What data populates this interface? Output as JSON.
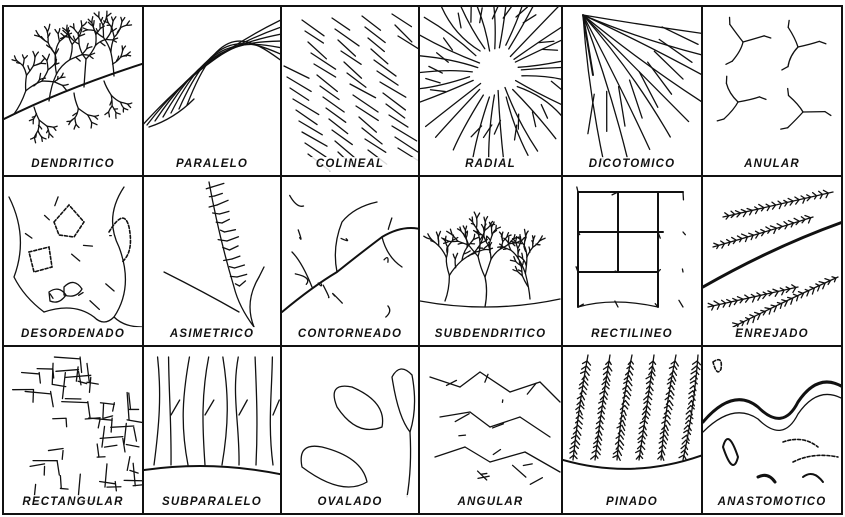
{
  "patterns": [
    {
      "id": "dendritico",
      "label": "DENDRITICO"
    },
    {
      "id": "paralelo",
      "label": "PARALELO"
    },
    {
      "id": "colineal",
      "label": "COLINEAL"
    },
    {
      "id": "radial",
      "label": "RADIAL"
    },
    {
      "id": "dicotomico",
      "label": "DICOTOMICO"
    },
    {
      "id": "anular",
      "label": "ANULAR"
    },
    {
      "id": "desordenado",
      "label": "DESORDENADO"
    },
    {
      "id": "asimetrico",
      "label": "ASIMETRICO"
    },
    {
      "id": "contorneado",
      "label": "CONTORNEADO"
    },
    {
      "id": "subdendritico",
      "label": "SUBDENDRITICO"
    },
    {
      "id": "rectilineo",
      "label": "RECTILINEO"
    },
    {
      "id": "enrejado",
      "label": "ENREJADO"
    },
    {
      "id": "rectangular",
      "label": "RECTANGULAR"
    },
    {
      "id": "subparalelo",
      "label": "SUBPARALELO"
    },
    {
      "id": "ovalado",
      "label": "OVALADO"
    },
    {
      "id": "angular",
      "label": "ANGULAR"
    },
    {
      "id": "pinado",
      "label": "PINADO"
    },
    {
      "id": "anastomotico",
      "label": "ANASTOMOTICO"
    }
  ]
}
